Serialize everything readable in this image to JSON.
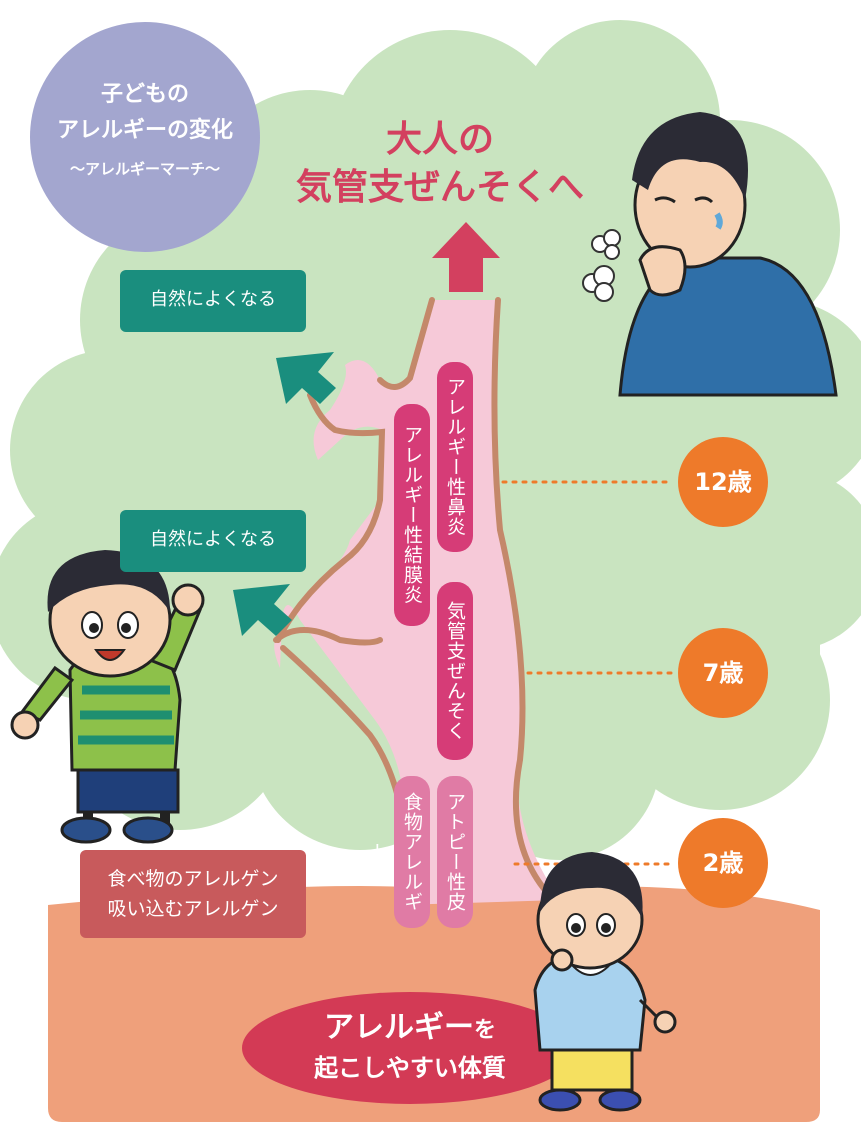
{
  "title": {
    "line1": "子どもの",
    "line2": "アレルギーの変化",
    "line3": "〜アレルギーマーチ〜"
  },
  "adult": {
    "line1": "大人の",
    "line2": "気管支ぜんそくへ"
  },
  "outgrow_upper": "自然によくなる",
  "outgrow_lower": "自然によくなる",
  "allergens": {
    "line1": "食べ物のアレルゲン",
    "line2": "吸い込むアレルゲン"
  },
  "ages": [
    "12歳",
    "7歳",
    "2歳"
  ],
  "conditions": {
    "rhinitis": "アレルギー性鼻炎",
    "conjunctivitis": "アレルギー性結膜炎",
    "asthma": "気管支ぜんそく",
    "atopic": "アトピー性皮膚炎",
    "food": "食物アレルギー"
  },
  "root": {
    "line1_bold": "アレルギー",
    "line1_suffix": "を",
    "line2": "起こしやすい体質"
  },
  "colors": {
    "foliage": "#c9e4c0",
    "trunk": "#f6c9d8",
    "trunk_outline": "#c4886a",
    "soil": "#efa07b",
    "arrow_red": "#d3405f",
    "arrow_green": "#1a8e7e",
    "age_orange": "#ee7a2a",
    "title_circle": "#a3a6cf"
  }
}
